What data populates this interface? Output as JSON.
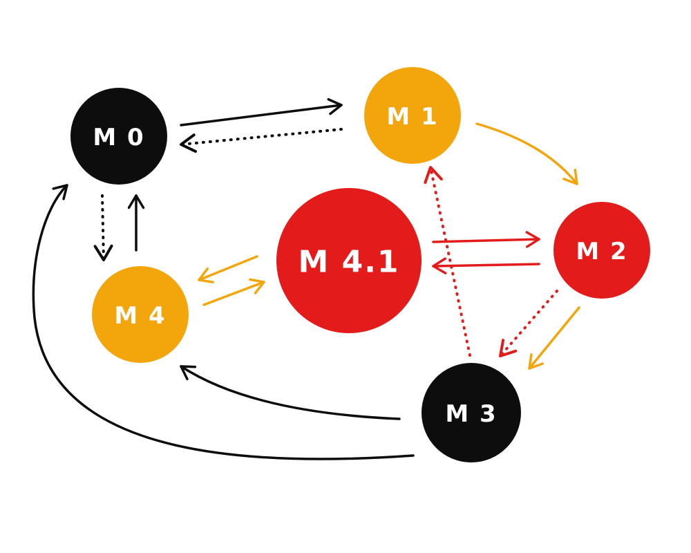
{
  "colors": {
    "black": "#0d0d0d",
    "orange": "#f2a60c",
    "red": "#e31b1b",
    "background": "#ffffff"
  },
  "nodes": {
    "m0": {
      "label": "M 0",
      "color": "black"
    },
    "m1": {
      "label": "M 1",
      "color": "orange"
    },
    "m2": {
      "label": "M 2",
      "color": "red"
    },
    "m3": {
      "label": "M 3",
      "color": "black"
    },
    "m4": {
      "label": "M 4",
      "color": "orange"
    },
    "m41": {
      "label": "M 4.1",
      "color": "red"
    }
  },
  "edges": [
    {
      "from": "M 0",
      "to": "M 1",
      "style": "solid",
      "color": "black"
    },
    {
      "from": "M 1",
      "to": "M 0",
      "style": "dotted",
      "color": "black"
    },
    {
      "from": "M 0",
      "to": "M 4",
      "style": "dotted",
      "color": "black"
    },
    {
      "from": "M 4",
      "to": "M 0",
      "style": "solid",
      "color": "black"
    },
    {
      "from": "M 1",
      "to": "M 2",
      "style": "solid",
      "color": "orange"
    },
    {
      "from": "M 4.1",
      "to": "M 2",
      "style": "solid",
      "color": "red"
    },
    {
      "from": "M 2",
      "to": "M 4.1",
      "style": "solid",
      "color": "red"
    },
    {
      "from": "M 4.1",
      "to": "M 4",
      "style": "solid",
      "color": "orange"
    },
    {
      "from": "M 4",
      "to": "M 4.1",
      "style": "solid",
      "color": "orange"
    },
    {
      "from": "M 2",
      "to": "M 3",
      "style": "dotted",
      "color": "red"
    },
    {
      "from": "M 2",
      "to": "M 3",
      "style": "solid",
      "color": "orange"
    },
    {
      "from": "M 3",
      "to": "M 1",
      "style": "dotted",
      "color": "red"
    },
    {
      "from": "M 3",
      "to": "M 4",
      "style": "solid",
      "color": "black"
    },
    {
      "from": "M 3",
      "to": "M 0",
      "style": "solid",
      "color": "black"
    }
  ]
}
